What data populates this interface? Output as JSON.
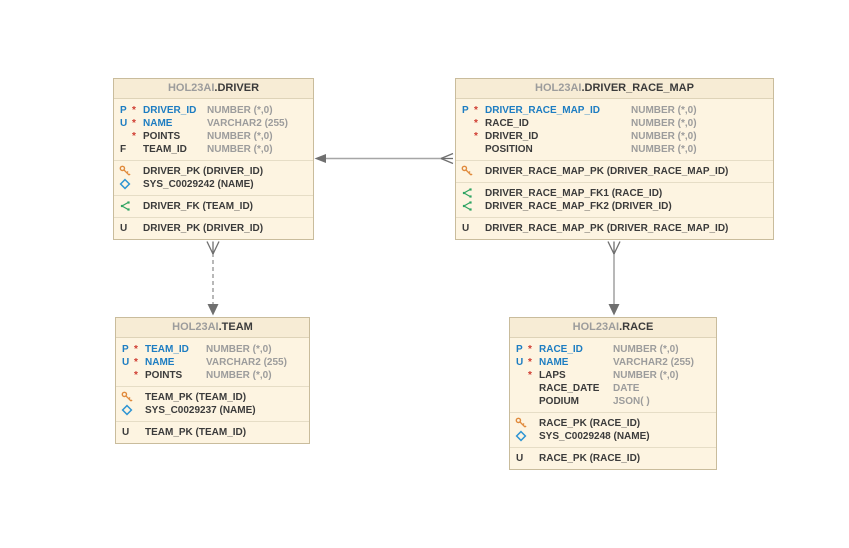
{
  "diagram": {
    "tables": [
      {
        "schema": "HOL23AI",
        "separator": ".",
        "name": "DRIVER",
        "columns": [
          {
            "flag": "P",
            "required": "*",
            "name": "DRIVER_ID",
            "type": "NUMBER (*,0)"
          },
          {
            "flag": "U",
            "required": "*",
            "name": "NAME",
            "type": "VARCHAR2 (255)"
          },
          {
            "flag": "",
            "required": "*",
            "name": "POINTS",
            "type": "NUMBER (*,0)"
          },
          {
            "flag": "F",
            "required": "",
            "name": "TEAM_ID",
            "type": "NUMBER (*,0)"
          }
        ],
        "keys": [
          {
            "icon": "primary-key-icon",
            "text": "DRIVER_PK (DRIVER_ID)"
          },
          {
            "icon": "unique-index-icon",
            "text": "SYS_C0029242 (NAME)"
          }
        ],
        "foreign_keys": [
          {
            "icon": "foreign-key-icon",
            "text": "DRIVER_FK (TEAM_ID)"
          }
        ],
        "unique_constraints": [
          {
            "flag": "U",
            "text": "DRIVER_PK (DRIVER_ID)"
          }
        ]
      },
      {
        "schema": "HOL23AI",
        "separator": ".",
        "name": "DRIVER_RACE_MAP",
        "columns": [
          {
            "flag": "P",
            "required": "*",
            "name": "DRIVER_RACE_MAP_ID",
            "type": "NUMBER (*,0)"
          },
          {
            "flag": "",
            "required": "*",
            "name": "RACE_ID",
            "type": "NUMBER (*,0)"
          },
          {
            "flag": "",
            "required": "*",
            "name": "DRIVER_ID",
            "type": "NUMBER (*,0)"
          },
          {
            "flag": "",
            "required": "",
            "name": "POSITION",
            "type": "NUMBER (*,0)"
          }
        ],
        "keys": [
          {
            "icon": "primary-key-icon",
            "text": "DRIVER_RACE_MAP_PK (DRIVER_RACE_MAP_ID)"
          }
        ],
        "foreign_keys": [
          {
            "icon": "foreign-key-icon",
            "text": "DRIVER_RACE_MAP_FK1 (RACE_ID)"
          },
          {
            "icon": "foreign-key-icon",
            "text": "DRIVER_RACE_MAP_FK2 (DRIVER_ID)"
          }
        ],
        "unique_constraints": [
          {
            "flag": "U",
            "text": "DRIVER_RACE_MAP_PK (DRIVER_RACE_MAP_ID)"
          }
        ]
      },
      {
        "schema": "HOL23AI",
        "separator": ".",
        "name": "TEAM",
        "columns": [
          {
            "flag": "P",
            "required": "*",
            "name": "TEAM_ID",
            "type": "NUMBER (*,0)"
          },
          {
            "flag": "U",
            "required": "*",
            "name": "NAME",
            "type": "VARCHAR2 (255)"
          },
          {
            "flag": "",
            "required": "*",
            "name": "POINTS",
            "type": "NUMBER (*,0)"
          }
        ],
        "keys": [
          {
            "icon": "primary-key-icon",
            "text": "TEAM_PK (TEAM_ID)"
          },
          {
            "icon": "unique-index-icon",
            "text": "SYS_C0029237 (NAME)"
          }
        ],
        "foreign_keys": [],
        "unique_constraints": [
          {
            "flag": "U",
            "text": "TEAM_PK (TEAM_ID)"
          }
        ]
      },
      {
        "schema": "HOL23AI",
        "separator": ".",
        "name": "RACE",
        "columns": [
          {
            "flag": "P",
            "required": "*",
            "name": "RACE_ID",
            "type": "NUMBER (*,0)"
          },
          {
            "flag": "U",
            "required": "*",
            "name": "NAME",
            "type": "VARCHAR2 (255)"
          },
          {
            "flag": "",
            "required": "*",
            "name": "LAPS",
            "type": "NUMBER (*,0)"
          },
          {
            "flag": "",
            "required": "",
            "name": "RACE_DATE",
            "type": "DATE"
          },
          {
            "flag": "",
            "required": "",
            "name": "PODIUM",
            "type": "JSON( )"
          }
        ],
        "keys": [
          {
            "icon": "primary-key-icon",
            "text": "RACE_PK (RACE_ID)"
          },
          {
            "icon": "unique-index-icon",
            "text": "SYS_C0029248 (NAME)"
          }
        ],
        "foreign_keys": [],
        "unique_constraints": [
          {
            "flag": "U",
            "text": "RACE_PK (RACE_ID)"
          }
        ]
      }
    ],
    "relationships": [
      {
        "from": "HOL23AI.DRIVER_RACE_MAP",
        "to": "HOL23AI.DRIVER",
        "line": "solid",
        "arrow_end": "DRIVER",
        "many_end": "DRIVER_RACE_MAP"
      },
      {
        "from": "HOL23AI.DRIVER",
        "to": "HOL23AI.TEAM",
        "line": "dashed",
        "arrow_end": "TEAM",
        "many_end": "DRIVER"
      },
      {
        "from": "HOL23AI.DRIVER_RACE_MAP",
        "to": "HOL23AI.RACE",
        "line": "solid",
        "arrow_end": "RACE",
        "many_end": "DRIVER_RACE_MAP"
      }
    ],
    "colors": {
      "table_body_bg": "#fdf4e1",
      "table_header_bg": "#f7ecd5",
      "table_border": "#c9bc9c",
      "key_column_text": "#1d7dc2",
      "required_asterisk": "#cf3b30",
      "data_type_text": "#9c9c9c",
      "schema_text": "#9c9c9c",
      "primary_key_icon": "#e08a3c",
      "unique_index_icon": "#2e95d3",
      "foreign_key_icon": "#2fa463",
      "connector_line": "#a6a6a6",
      "connector_arrow": "#6f6f6f"
    }
  }
}
